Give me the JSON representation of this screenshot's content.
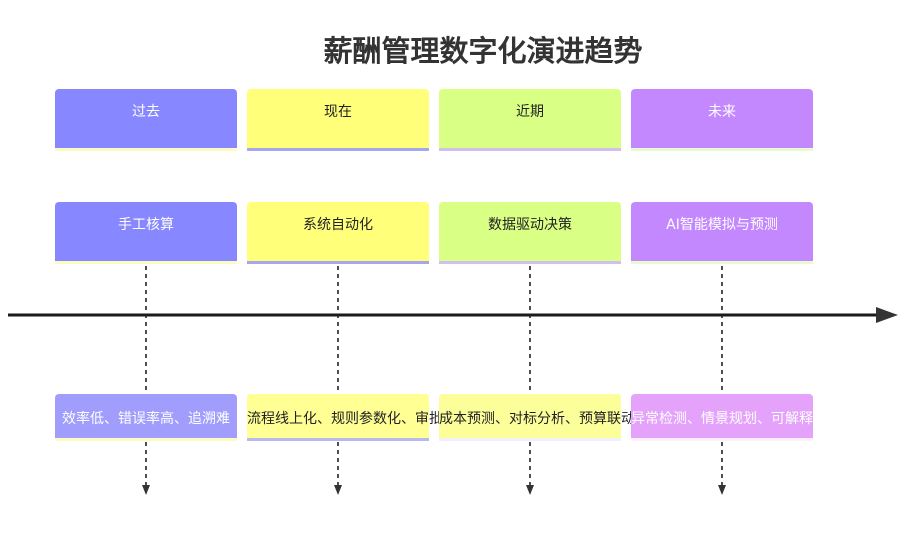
{
  "title": "薪酬管理数字化演进趋势",
  "phases": [
    {
      "label": "过去",
      "stage": "手工核算",
      "detail": "效率低、错误率高、追溯难"
    },
    {
      "label": "现在",
      "stage": "系统自动化",
      "detail": "流程线上化、规则参数化、审批"
    },
    {
      "label": "近期",
      "stage": "数据驱动决策",
      "detail": "成本预测、对标分析、预算联动"
    },
    {
      "label": "未来",
      "stage": "AI智能模拟与预测",
      "detail": "异常检测、情景规划、可解释建议"
    }
  ],
  "colors": {
    "blue": "#8787ff",
    "yellow": "#ffff7a",
    "green": "#d9ff85",
    "purple": "#c388fd",
    "axis": "#1a1a1a"
  }
}
